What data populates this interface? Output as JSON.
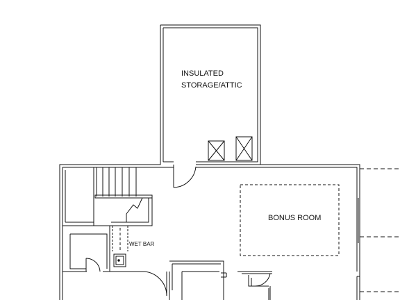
{
  "plan": {
    "rooms": {
      "storage_line1": "INSULATED",
      "storage_line2": "STORAGE/ATTIC",
      "bonus": "BONUS ROOM",
      "wet_bar": "WET BAR"
    },
    "colors": {
      "wall": "#111111",
      "background": "#ffffff"
    }
  }
}
